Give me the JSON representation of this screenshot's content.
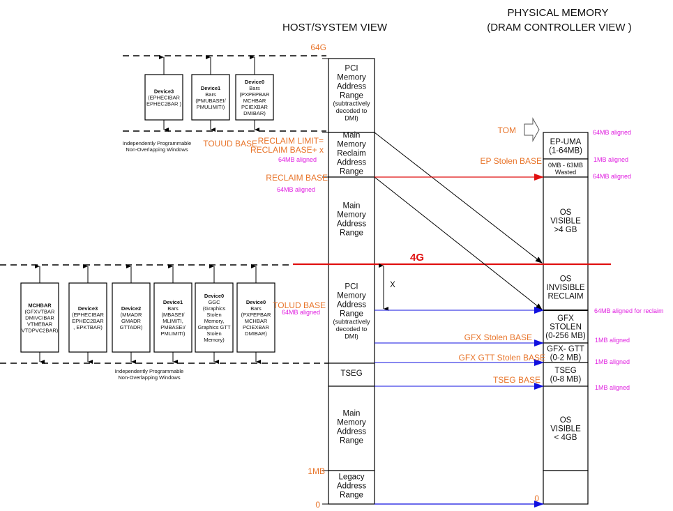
{
  "headers": {
    "host_view": "HOST/SYSTEM VIEW",
    "physical_line1": "PHYSICAL MEMORY",
    "physical_line2": "(DRAM CONTROLLER VIEW )"
  },
  "colors": {
    "label_orange": "#e8742a",
    "alignment_magenta": "#e020e0",
    "four_g_red": "#e01010",
    "arrow_blue": "#1010e0"
  },
  "host_labels": {
    "g64": "64G",
    "touud_base": "TOUUD BASE",
    "reclaim_limit": "RECLAIM LIMIT=",
    "reclaim_base_x": "RECLAIM BASE+ x",
    "reclaim_limit_align": "64MB aligned",
    "reclaim_base": "RECLAIM BASE",
    "reclaim_base_align": "64MB aligned",
    "four_g": "4G",
    "tolud_base": "TOLUD BASE",
    "tolud_align": "64MB aligned",
    "x_label": "X",
    "mb1": "1MB",
    "zero": "0"
  },
  "host_column": [
    {
      "id": "pci-high",
      "lines": [
        "PCI",
        "Memory",
        "Address",
        "Range"
      ],
      "sub": [
        "(subtractively",
        "decoded to",
        "DMI)"
      ]
    },
    {
      "id": "reclaim",
      "lines": [
        "Main",
        "Memory",
        "Reclaim",
        "Address",
        "Range"
      ],
      "sub": []
    },
    {
      "id": "main-high",
      "lines": [
        "Main",
        "Memory",
        "Address",
        "Range"
      ],
      "sub": []
    },
    {
      "id": "pci-low",
      "lines": [
        "PCI",
        "Memory",
        "Address",
        "Range"
      ],
      "sub": [
        "(subtractively",
        "decoded to",
        "DMI)"
      ]
    },
    {
      "id": "tseg",
      "lines": [
        "TSEG"
      ],
      "sub": []
    },
    {
      "id": "main-low",
      "lines": [
        "Main",
        "Memory",
        "Address",
        "Range"
      ],
      "sub": []
    },
    {
      "id": "legacy",
      "lines": [
        "Legacy",
        "Address",
        "Range"
      ],
      "sub": []
    }
  ],
  "phys_column": [
    {
      "id": "ep-uma",
      "lines": [
        "EP-UMA",
        "(1-64MB)"
      ],
      "small": false
    },
    {
      "id": "wasted",
      "lines": [
        "0MB - 63MB",
        "Wasted"
      ],
      "small": true
    },
    {
      "id": "os-visible-high",
      "lines": [
        "OS",
        "VISIBLE",
        ">4 GB"
      ],
      "small": false
    },
    {
      "id": "os-invisible",
      "lines": [
        "OS",
        "INVISIBLE",
        "RECLAIM"
      ],
      "small": false
    },
    {
      "id": "gfx-stolen",
      "lines": [
        "GFX",
        "STOLEN",
        "(0-256 MB)"
      ],
      "small": false
    },
    {
      "id": "gfx-gtt",
      "lines": [
        "GFX- GTT",
        "(0-2 MB)"
      ],
      "small": false
    },
    {
      "id": "tseg",
      "lines": [
        "TSEG",
        "(0-8 MB)"
      ],
      "small": false
    },
    {
      "id": "os-visible-low",
      "lines": [
        "OS",
        "VISIBLE",
        "< 4GB"
      ],
      "small": false
    },
    {
      "id": "legacy-phys",
      "lines": [],
      "small": false
    }
  ],
  "phys_labels": {
    "tom": "TOM",
    "ep_stolen_base": "EP Stolen BASE",
    "gfx_stolen_base": "GFX Stolen BASE",
    "gfx_gtt_stolen_base": "GFX GTT Stolen BASE",
    "tseg_base": "TSEG BASE",
    "zero": "0"
  },
  "alignment_notes": [
    "64MB aligned",
    "1MB aligned",
    "64MB aligned",
    "64MB aligned for reclaim",
    "1MB aligned",
    "1MB aligned",
    "1MB aligned"
  ],
  "upper_devices": [
    {
      "lines": [
        "Device3",
        "(EPHECIBAR",
        "EPHEC2BAR )"
      ]
    },
    {
      "lines": [
        "Device1",
        "Bars",
        "(PMUBASEI/",
        "PMULIMITI)"
      ]
    },
    {
      "lines": [
        "Device0",
        "Bars",
        "(PXPEPBAR",
        "MCHBAR",
        "PCIEXBAR",
        "DMIBAR)"
      ]
    }
  ],
  "upper_note": [
    "Independently Programmable",
    "Non-Overlapping Windows"
  ],
  "lower_devices": [
    {
      "lines": [
        "MCHBAR",
        "(GFXVTBAR",
        "DMIVCIBAR",
        "VTMEBAR",
        "VTDPVC2BAR)"
      ]
    },
    {
      "lines": [
        "Device3",
        "(EPHECIBAR",
        "EPHEC2BAR",
        ", EPKTBAR)"
      ]
    },
    {
      "lines": [
        "Device2",
        "(MMADR",
        "GMADR",
        "GTTADR)"
      ]
    },
    {
      "lines": [
        "Device1",
        "Bars",
        "(MBASEI/",
        "MLIMITI,",
        "PMBASEI/",
        "PMLIMITI)"
      ]
    },
    {
      "lines": [
        "Device0",
        "GGC",
        "(Graphics",
        "Stolen",
        "Memory,",
        "Graphics GTT",
        "Stolen",
        "Memory)"
      ]
    },
    {
      "lines": [
        "Device0",
        "Bars",
        "(PXPEPBAR",
        "MCHBAR",
        "PCIEXBAR",
        "DMIBAR)"
      ]
    }
  ],
  "lower_note": [
    "Independently Programmable",
    "Non-Overlapping Windows"
  ]
}
